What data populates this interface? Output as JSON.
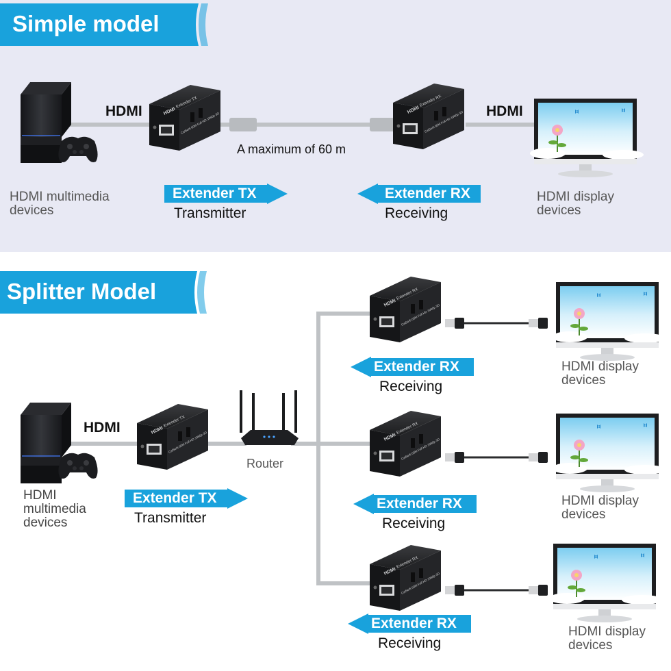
{
  "colors": {
    "accent": "#19a2dc",
    "cable": "#bfc2c5",
    "top_bg": "#e8e9f4"
  },
  "simple": {
    "title": "Simple model",
    "source_label_1": "HDMI multimedia",
    "source_label_2": "devices",
    "hdmi_left": "HDMI",
    "hdmi_right": "HDMI",
    "distance": "A maximum of 60 m",
    "tx_tag": "Extender TX",
    "tx_sub": "Transmitter",
    "rx_tag": "Extender RX",
    "rx_sub": "Receiving",
    "display_label_1": "HDMI display",
    "display_label_2": "devices"
  },
  "splitter": {
    "title": "Splitter Model",
    "source_label_1": "HDMI",
    "source_label_2": "multimedia",
    "source_label_3": "devices",
    "hdmi": "HDMI",
    "router": "Router",
    "tx_tag": "Extender TX",
    "tx_sub": "Transmitter",
    "receivers": [
      {
        "tag": "Extender RX",
        "sub": "Receiving",
        "display_1": "HDMI display",
        "display_2": "devices"
      },
      {
        "tag": "Extender RX",
        "sub": "Receiving",
        "display_1": "HDMI display",
        "display_2": "devices"
      },
      {
        "tag": "Extender RX",
        "sub": "Receiving",
        "display_1": "HDMI display",
        "display_2": "devices"
      }
    ]
  },
  "device_text": {
    "brand": "HDMI",
    "tx_model": "Extender  TX",
    "rx_model": "Extender  RX",
    "spec": "Cat5e/6 60M Full HD 1080p 3D"
  },
  "icons": [
    "game-console-icon",
    "gamepad-icon",
    "extender-box-icon",
    "monitor-icon",
    "router-icon",
    "hdmi-plug-icon",
    "arrow-right-icon",
    "arrow-left-icon"
  ]
}
